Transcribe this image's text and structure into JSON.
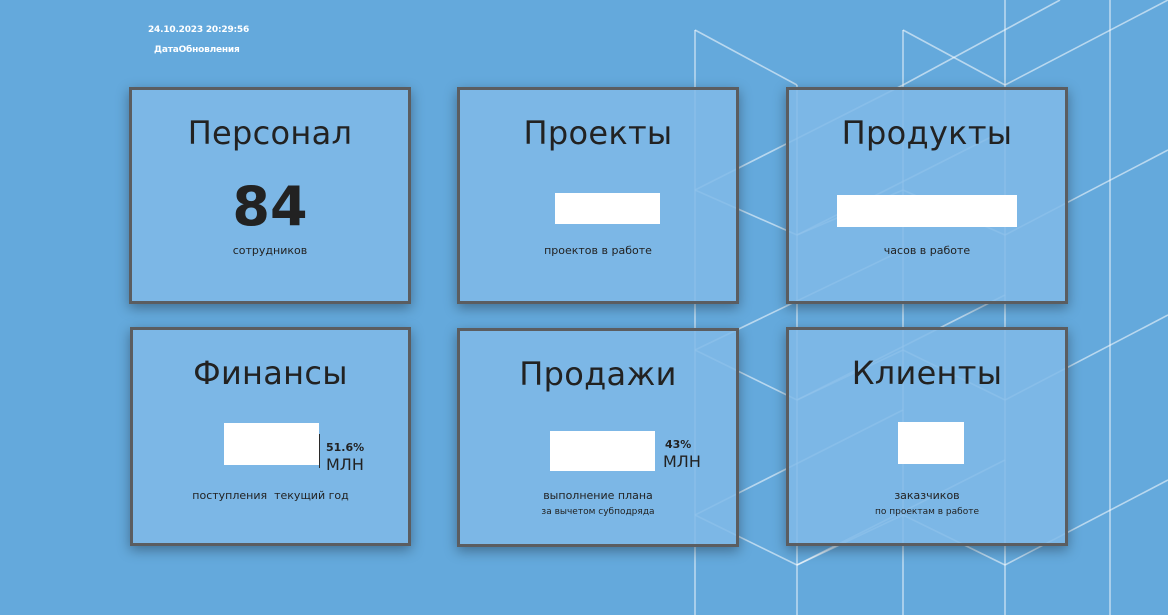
{
  "header": {
    "updated_time": "24.10.2023 20:29:56",
    "updated_label": "ДатаОбновления"
  },
  "cards": {
    "personnel": {
      "title": "Персонал",
      "value": "84",
      "caption": "сотрудников"
    },
    "projects": {
      "title": "Проекты",
      "caption": "проектов в работе"
    },
    "products": {
      "title": "Продукты",
      "caption": "часов в работе"
    },
    "finance": {
      "title": "Финансы",
      "percent": "51.6%",
      "unit": "МЛН",
      "caption": "поступления  текущий год"
    },
    "sales": {
      "title": "Продажи",
      "percent": "43%",
      "unit": "МЛН",
      "caption": "выполнение плана",
      "subcaption": "за вычетом субподряда"
    },
    "clients": {
      "title": "Клиенты",
      "caption": "заказчиков",
      "subcaption": "по проектам в работе"
    }
  },
  "colors": {
    "background": "#64a9dc",
    "card_fill": "#80b9e8",
    "card_border": "#5b5d60",
    "text": "#222222",
    "redaction": "#ffffff"
  }
}
